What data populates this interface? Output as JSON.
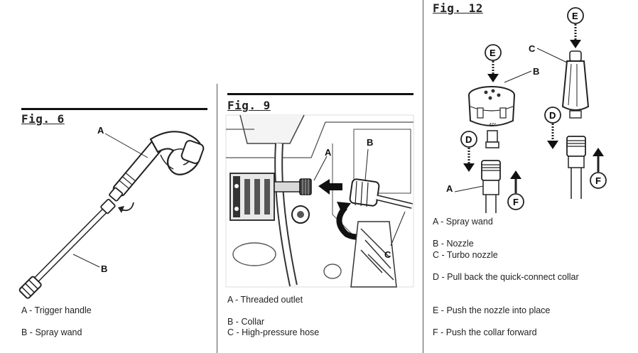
{
  "fig6": {
    "title": "Fig. 6",
    "label_a": "A",
    "label_b": "B",
    "caption_a": "A - Trigger handle",
    "caption_b": "B - Spray   wand"
  },
  "fig9": {
    "title": "Fig. 9",
    "label_a": "A",
    "label_b": "B",
    "label_c": "C",
    "caption_a": "A - Threaded    outlet",
    "caption_b": "B - Collar",
    "caption_c": "C - High-pressure hose"
  },
  "fig12": {
    "title": "Fig. 12",
    "label_a": "A",
    "label_b": "B",
    "label_c": "C",
    "label_d": "D",
    "label_e": "E",
    "label_f": "F",
    "caption_a": "A - Spray  wand",
    "caption_b": "B - Nozzle",
    "caption_c": "C - Turbo  nozzle",
    "caption_d": "D - Pull  back  the  quick-connect  collar",
    "caption_e": "E - Push the nozzle into place",
    "caption_f": "F - Push the collar forward",
    "nozzle_mark": "40°"
  }
}
